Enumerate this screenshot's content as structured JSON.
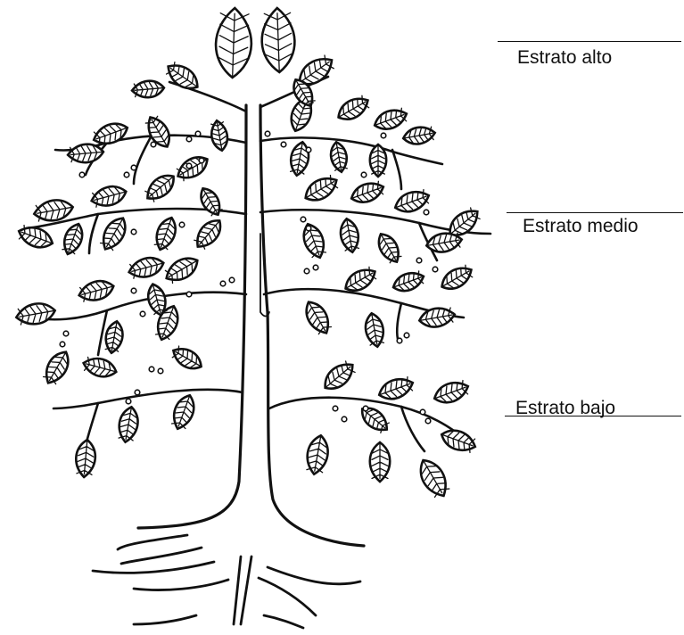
{
  "diagram": {
    "strata": [
      {
        "id": "alto",
        "label": "Estrato alto"
      },
      {
        "id": "medio",
        "label": "Estrato medio"
      },
      {
        "id": "bajo",
        "label": "Estrato bajo"
      }
    ]
  }
}
